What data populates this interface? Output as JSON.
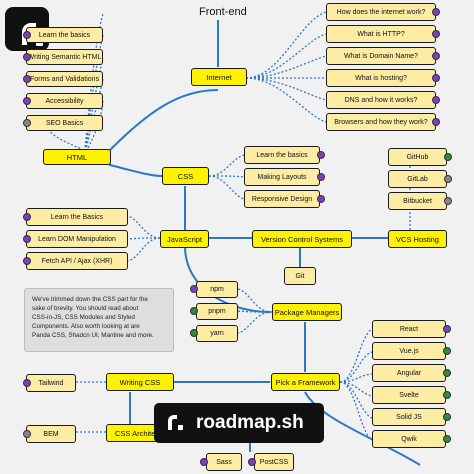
{
  "title": "Front-end",
  "brand": "roadmap.sh",
  "note": "We've trimmed down the CSS part for the\nsake of brevity. You should read about\nCSS-in-JS, CSS Modules and Styled\nComponents. Also worth looking at are\nPanda CSS, Shadcn UI, Mantine and more.",
  "nodes": {
    "learn_basics": "Learn the basics",
    "semantic_html": "Writing Semantic HTML",
    "forms": "Forms and Validations",
    "accessibility": "Accessibility",
    "seo": "SEO Basics",
    "html": "HTML",
    "internet": "Internet",
    "how_internet": "How does the internet work?",
    "http": "What is HTTP?",
    "domain": "What is Domain Name?",
    "hosting": "What is hosting?",
    "dns": "DNS and how it works?",
    "browsers": "Browsers and how they work?",
    "css": "CSS",
    "css_basics": "Learn the basics",
    "layouts": "Making Layouts",
    "responsive": "Responsive Design",
    "github": "GitHub",
    "gitlab": "GitLab",
    "bitbucket": "Bitbucket",
    "js_basics": "Learn the Basics",
    "dom": "Learn DOM Manipulation",
    "fetch": "Fetch API / Ajax (XHR)",
    "javascript": "JavaScript",
    "vcs": "Version Control Systems",
    "vcs_hosting": "VCS Hosting",
    "git": "Git",
    "npm": "npm",
    "pnpm": "pnpm",
    "yarn": "yarn",
    "pkg_managers": "Package Managers",
    "react": "React",
    "vue": "Vue.js",
    "angular": "Angular",
    "svelte": "Svelte",
    "solid": "Solid JS",
    "qwik": "Qwik",
    "tailwind": "Tailwind",
    "writing_css": "Writing CSS",
    "pick_framework": "Pick a Framework",
    "bem": "BEM",
    "css_arch": "CSS Architecture",
    "sass": "Sass",
    "postcss": "PostCSS"
  },
  "colors": {
    "main_node": "#fff200",
    "sub_node": "#fdeca3",
    "line_main": "#2b78c5",
    "check_purple": "#7b3fc4",
    "check_green": "#2e8b3a",
    "check_gray": "#888888"
  }
}
